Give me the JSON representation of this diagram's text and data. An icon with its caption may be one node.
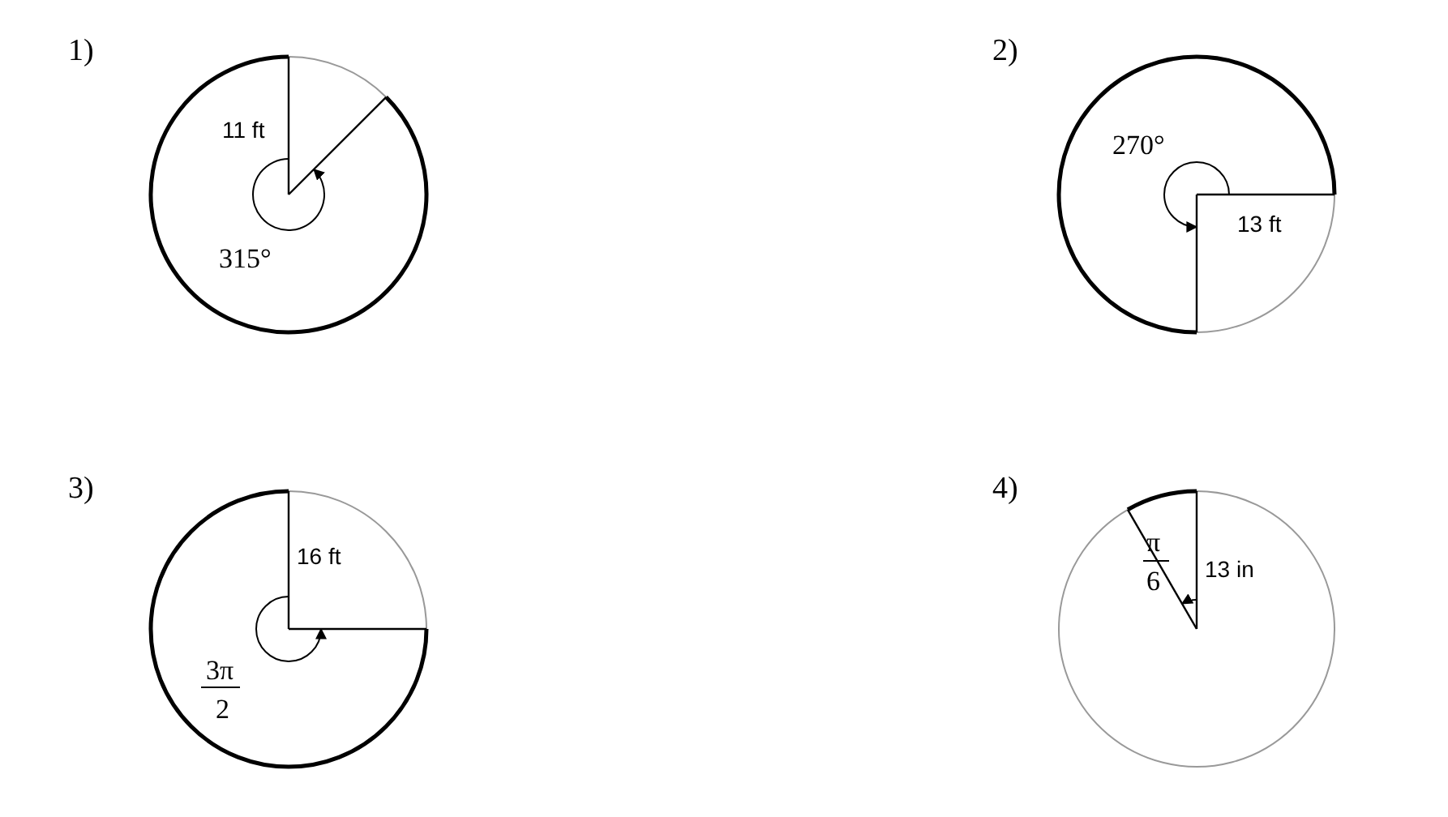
{
  "diagram": {
    "labels": [
      "1)",
      "11 ft",
      "315°",
      "2)",
      "270°",
      "13 ft",
      "3)",
      "16 ft",
      "3π",
      "2",
      "4)",
      "π",
      "6",
      "13 in"
    ]
  }
}
